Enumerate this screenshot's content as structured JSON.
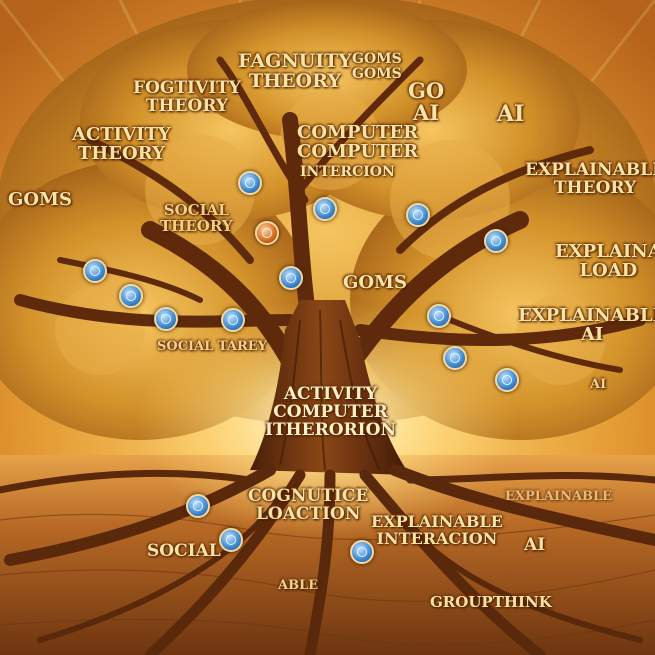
{
  "labels": {
    "fagnuity": "FAGNUITY\nTHEORY",
    "goms_top": "GOMS\nGOMS",
    "fogtivity": "FOGTIVITY\nTHEORY",
    "go_ai": "GO\nAI",
    "ai_right": "AI",
    "activity_theory": "ACTIVITY\nTHEORY",
    "computer_top": "COMPUTER\nCOMPUTER",
    "intercion_top": "INTERCION",
    "explainable_theory": "EXPLAINABLE\nTHEORY",
    "goms_left": "GOMS",
    "social_theory": "SOCIAL\nTHEORY",
    "explaina_load": "EXPLAINA\nLOAD",
    "goms_mid": "GOMS",
    "explainable_ai": "EXPLAINABLE\nAI",
    "social_tarey": "SOCIAL TAREY",
    "ai_small": "AI",
    "activity_computer": "ACTIVITY\nCOMPUTER\nITHERORION",
    "cognutice": "COGNUTICE\nLOACTION",
    "explainable_bottom": "EXPLAINABLE\nINTERACION",
    "explainable_faded": "EXPLAINABLE",
    "ai_bottom": "AI",
    "social_bottom": "SOCIAL",
    "able": "ABLE",
    "groupthink": "GROUPTHINK"
  },
  "colors": {
    "sky_top": "#f0a83c",
    "glow": "#fff3c4",
    "foliage": "#c9891f",
    "bark": "#6a3210",
    "ground": "#a2561a"
  }
}
